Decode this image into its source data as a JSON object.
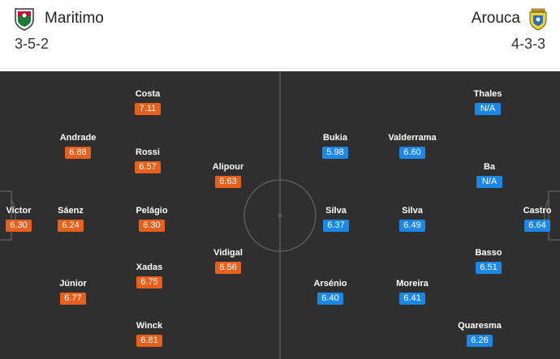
{
  "home": {
    "name": "Maritimo",
    "formation": "3-5-2",
    "players": [
      {
        "name": "Victor",
        "rating": "6.30"
      },
      {
        "name": "Andrade",
        "rating": "6.88"
      },
      {
        "name": "Sáenz",
        "rating": "6.24"
      },
      {
        "name": "Júnior",
        "rating": "6.77"
      },
      {
        "name": "Costa",
        "rating": "7.11"
      },
      {
        "name": "Rossi",
        "rating": "6.57"
      },
      {
        "name": "Pelágio",
        "rating": "6.30"
      },
      {
        "name": "Xadas",
        "rating": "6.75"
      },
      {
        "name": "Winck",
        "rating": "6.81"
      },
      {
        "name": "Alipour",
        "rating": "6.63"
      },
      {
        "name": "Vidigal",
        "rating": "6.56"
      }
    ]
  },
  "away": {
    "name": "Arouca",
    "formation": "4-3-3",
    "players": [
      {
        "name": "Castro",
        "rating": "6.64"
      },
      {
        "name": "Thales",
        "rating": "N/A"
      },
      {
        "name": "Ba",
        "rating": "N/A"
      },
      {
        "name": "Basso",
        "rating": "6.51"
      },
      {
        "name": "Quaresma",
        "rating": "6.26"
      },
      {
        "name": "Valderrama",
        "rating": "6.60"
      },
      {
        "name": "Silva",
        "rating": "6.49"
      },
      {
        "name": "Moreira",
        "rating": "6.41"
      },
      {
        "name": "Bukia",
        "rating": "5.98"
      },
      {
        "name": "Silva",
        "rating": "6.37"
      },
      {
        "name": "Arsénio",
        "rating": "6.40"
      }
    ]
  },
  "colors": {
    "home_rating": "#e8601c",
    "away_rating": "#1b87e6",
    "pitch": "#2f2f2f"
  },
  "icons": {
    "home_crest": "maritimo-crest-icon",
    "away_crest": "arouca-crest-icon"
  }
}
